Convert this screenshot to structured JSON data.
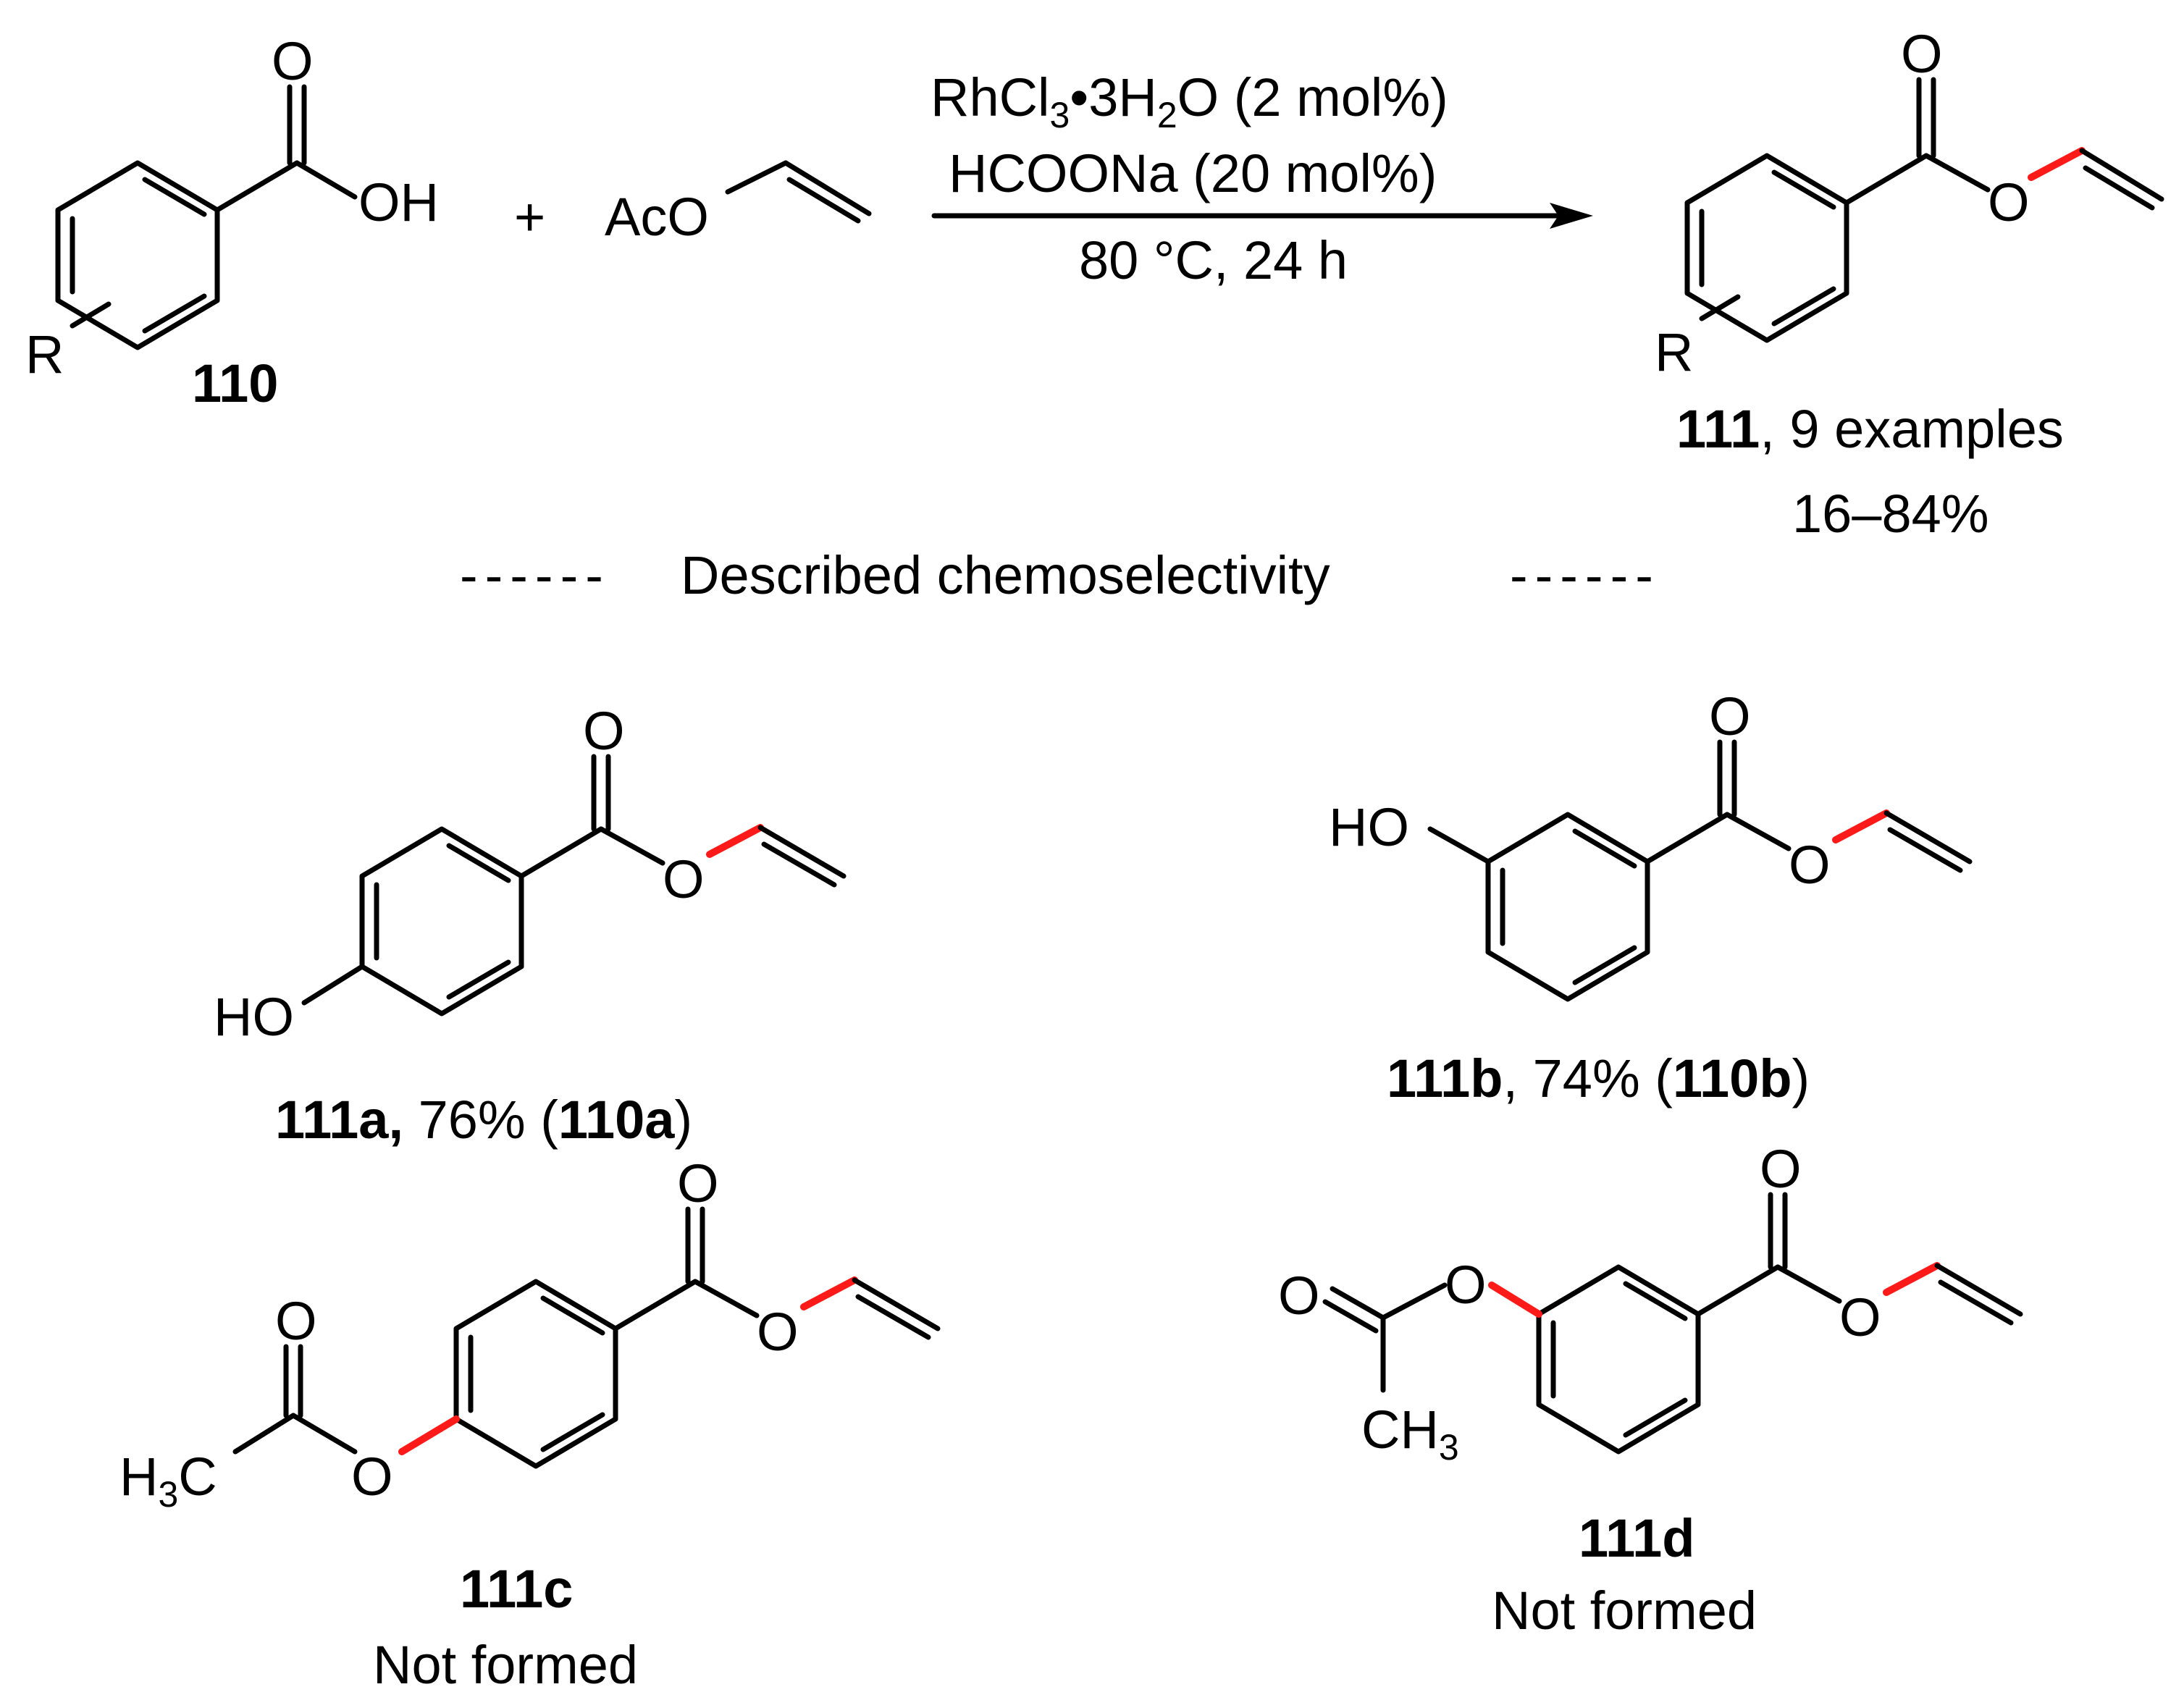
{
  "reaction": {
    "reactant_atoms": {
      "acid_O": "O",
      "acid_OH": "OH",
      "R": "R"
    },
    "reactant_label": "110",
    "plus": "+",
    "reagent": "AcO",
    "conditions": {
      "line1_a": "RhCl",
      "line1_sub3": "3",
      "line1_b": "•3H",
      "line1_sub2": "2",
      "line1_c": "O (2 mol%)",
      "line2": "HCOONa (20 mol%)",
      "line3": "80 °C, 24 h"
    },
    "product_atoms": {
      "carbonyl_O": "O",
      "ester_O": "O",
      "R": "R"
    },
    "product_label": "111",
    "product_examples": ", 9 examples",
    "product_yield": "16–84%"
  },
  "divider": {
    "dashes_left": "------",
    "text": "Described chemoselectivity",
    "dashes_right": "------"
  },
  "compounds": {
    "c111a": {
      "label": "111a,",
      "yield": " 76% (",
      "source": "110a",
      "close": ")",
      "atom_HO": "HO",
      "atom_O1": "O",
      "atom_O2": "O"
    },
    "c111b": {
      "label": "111b",
      "yield": ", 74% (",
      "source": "110b",
      "close": ")",
      "atom_HO": "HO",
      "atom_O1": "O",
      "atom_O2": "O"
    },
    "c111c": {
      "label": "111c",
      "status": "Not formed",
      "atom_O1": "O",
      "atom_O2": "O",
      "atom_O3": "O",
      "atom_O4": "O",
      "atom_H": "H",
      "atom_sub3": "3",
      "atom_C": "C"
    },
    "c111d": {
      "label": "111d",
      "status": "Not formed",
      "atom_O1": "O",
      "atom_O2": "O",
      "atom_O3": "O",
      "atom_O4": "O",
      "atom_CH": "CH",
      "atom_sub3": "3"
    }
  },
  "colors": {
    "highlight_bond": "#ff1a1a",
    "bond": "#000000"
  }
}
